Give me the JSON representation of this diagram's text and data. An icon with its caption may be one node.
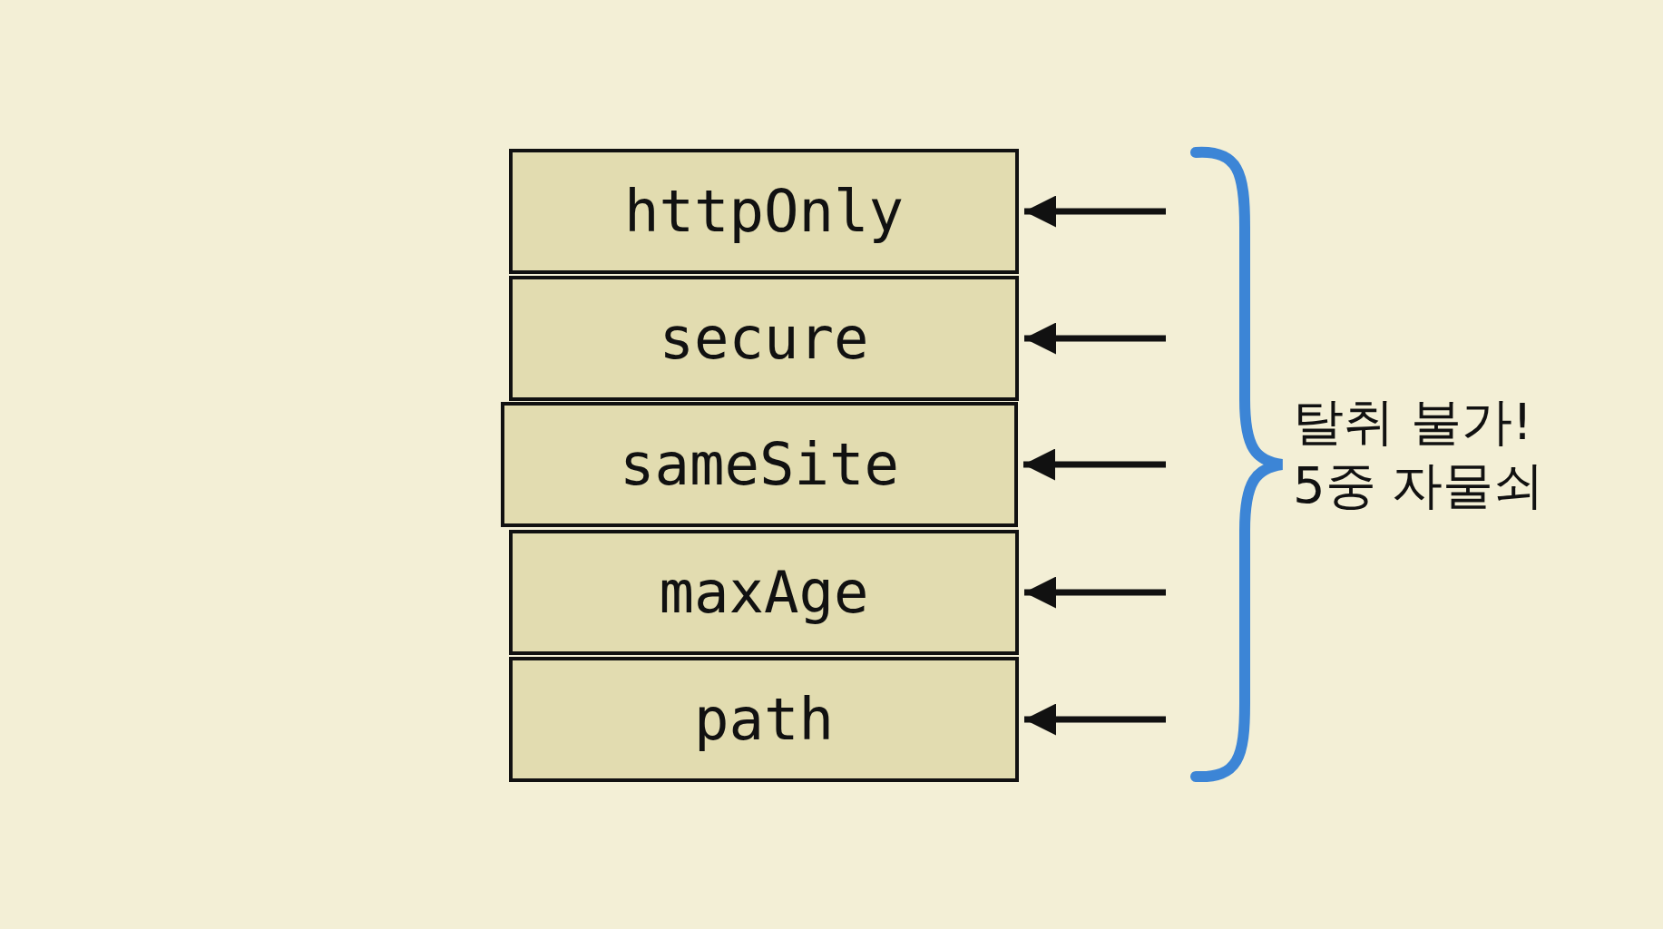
{
  "diagram": {
    "nodes": [
      {
        "text": [
          "httpOnly"
        ]
      },
      {
        "text": [
          "secure"
        ]
      },
      {
        "text": [
          "sameSite"
        ]
      },
      {
        "text": [
          "maxAge"
        ]
      },
      {
        "text": [
          "path"
        ]
      }
    ],
    "edges": [
      {
        "from": null,
        "to": 0,
        "arrow": "to"
      },
      {
        "from": null,
        "to": 1,
        "arrow": "to"
      },
      {
        "from": null,
        "to": 2,
        "arrow": "to"
      },
      {
        "from": null,
        "to": 3,
        "arrow": "to"
      },
      {
        "from": null,
        "to": 4,
        "arrow": "to"
      }
    ],
    "labels": [
      "탈취 불가! 5중 자물쇠"
    ]
  }
}
